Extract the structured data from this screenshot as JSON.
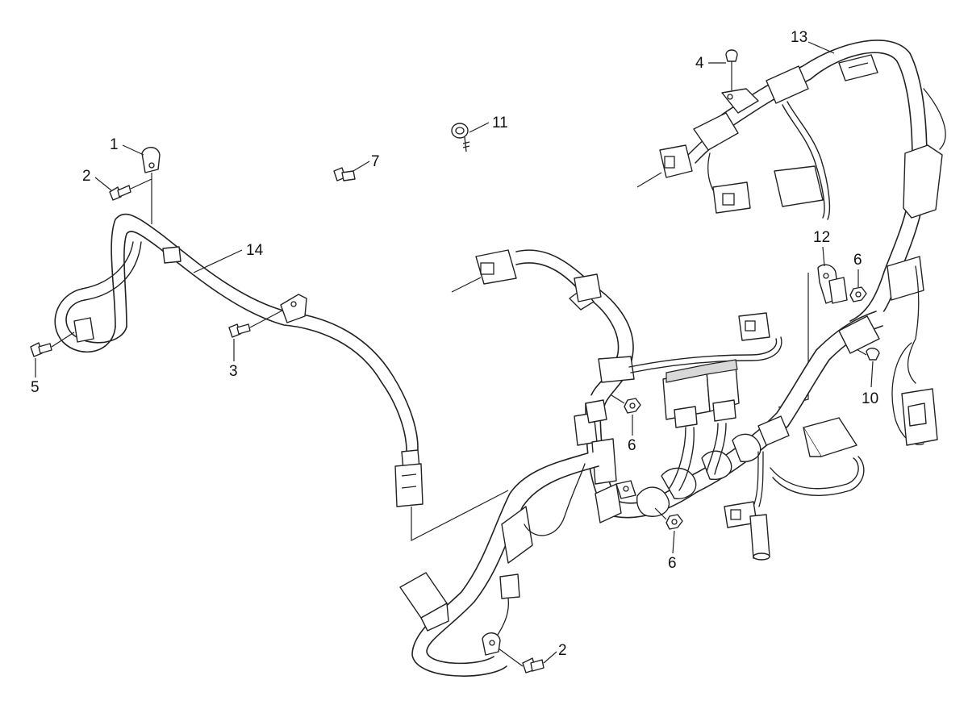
{
  "callouts": {
    "c1": "1",
    "c2a": "2",
    "c2b": "2",
    "c3": "3",
    "c4": "4",
    "c5": "5",
    "c6a": "6",
    "c6b": "6",
    "c6c": "6",
    "c7": "7",
    "c10": "10",
    "c11": "11",
    "c12": "12",
    "c13": "13",
    "c14": "14"
  }
}
